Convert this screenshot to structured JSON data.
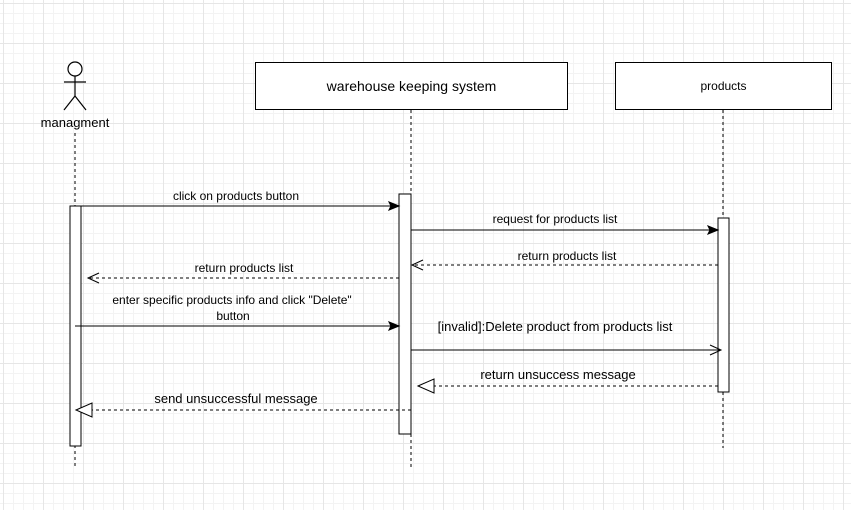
{
  "actor": {
    "label": "managment"
  },
  "participants": [
    {
      "label": "warehouse keeping system"
    },
    {
      "label": "products"
    }
  ],
  "messages": [
    {
      "label": "click on products button",
      "style": "solid"
    },
    {
      "label": "request for products list",
      "style": "solid"
    },
    {
      "label": "return products list",
      "style": "dashed"
    },
    {
      "label": "return products list",
      "style": "dashed"
    },
    {
      "label": "enter specific products info and click \"Delete\"",
      "label2": "button",
      "style": "solid"
    },
    {
      "label": "[invalid]:Delete product from products list",
      "style": "solid"
    },
    {
      "label": "return unsuccess message",
      "style": "dashed"
    },
    {
      "label": "send unsuccessful message",
      "style": "dashed"
    }
  ],
  "colors": {
    "stroke": "#000000",
    "background": "#ffffff",
    "grid": "#e6e6e6"
  }
}
